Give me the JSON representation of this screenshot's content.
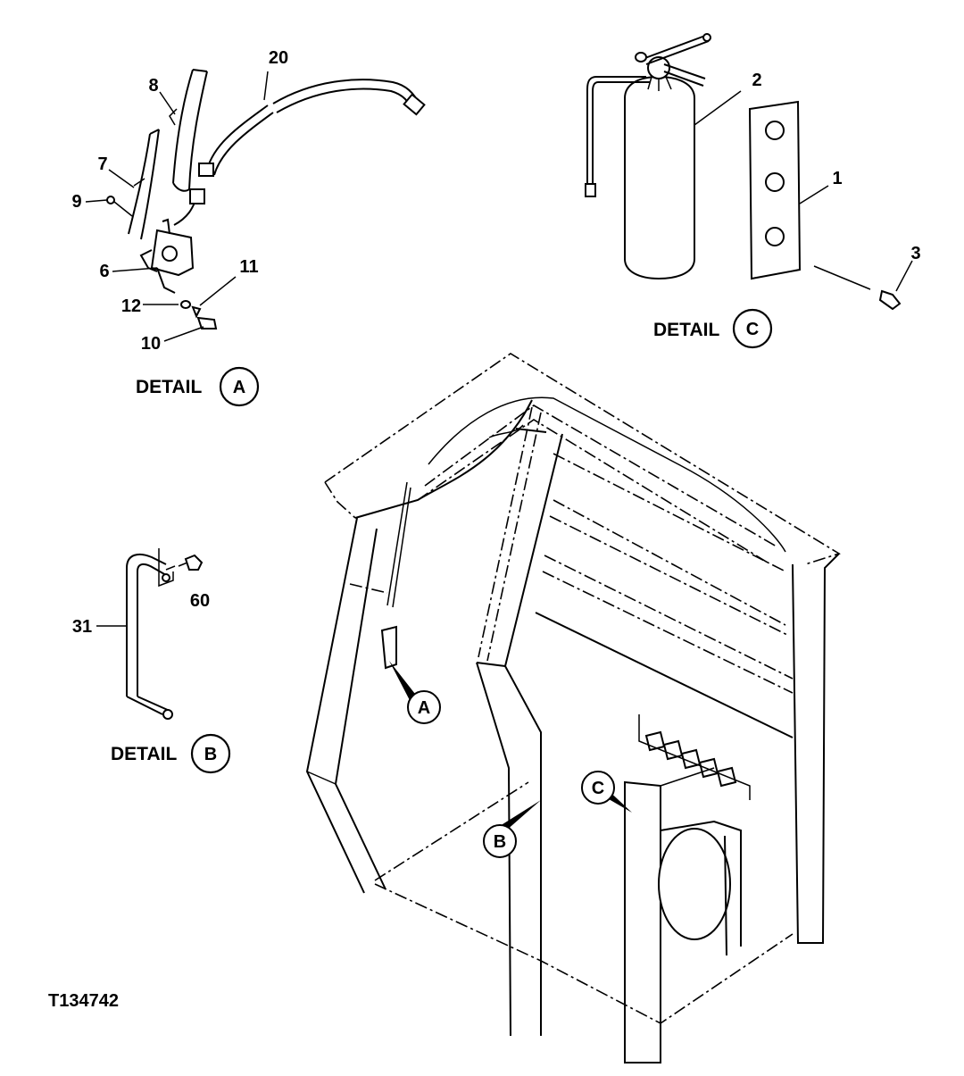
{
  "figure_id": "T134742",
  "details": {
    "a": {
      "word": "DETAIL",
      "letter": "A"
    },
    "b": {
      "word": "DETAIL",
      "letter": "B"
    },
    "c": {
      "word": "DETAIL",
      "letter": "C"
    }
  },
  "callouts": {
    "a": "A",
    "b": "B",
    "c": "C"
  },
  "parts": {
    "p1": "1",
    "p2": "2",
    "p3": "3",
    "p6": "6",
    "p7": "7",
    "p8": "8",
    "p9": "9",
    "p10": "10",
    "p11": "11",
    "p12": "12",
    "p20": "20",
    "p31": "31",
    "p60": "60"
  }
}
